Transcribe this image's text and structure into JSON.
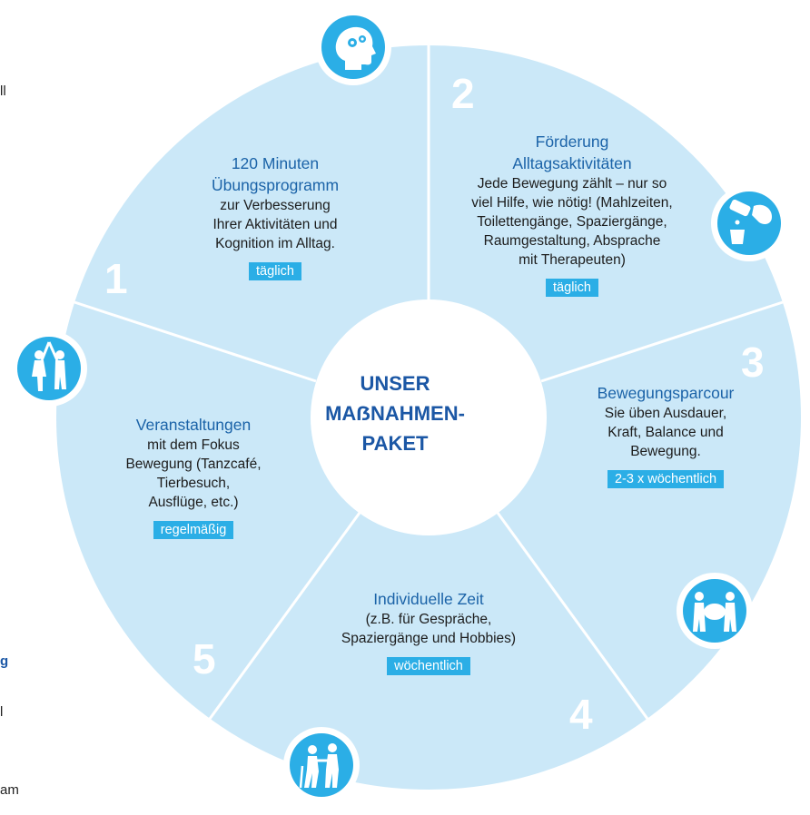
{
  "left_edge_text": [
    "ll",
    "g",
    "l",
    "am"
  ],
  "center": {
    "lines": [
      "UNSER",
      "MAẞNAHMEN-",
      "PAKET"
    ]
  },
  "segments": [
    {
      "number": "1",
      "title": [
        "120 Minuten",
        "Übungsprogramm"
      ],
      "body": [
        "zur Verbesserung",
        "Ihrer Aktivitäten und",
        "Kognition im Alltag."
      ],
      "badge": "täglich",
      "icon": "head-gears-icon"
    },
    {
      "number": "2",
      "title": [
        "Förderung",
        "Alltagsaktivitäten"
      ],
      "body": [
        "Jede Bewegung zählt – nur so",
        "viel Hilfe, wie nötig! (Mahlzeiten,",
        "Toilettengänge, Spaziergänge,",
        "Raumgestaltung, Absprache",
        "mit  Therapeuten)"
      ],
      "badge": "täglich",
      "icon": "pouring-cup-icon"
    },
    {
      "number": "3",
      "title": [
        "Bewegungsparcour"
      ],
      "body": [
        "Sie üben Ausdauer,",
        "Kraft, Balance und",
        "Bewegung."
      ],
      "badge": "2-3 x wöchentlich",
      "icon": "carrying-box-icon"
    },
    {
      "number": "4",
      "title": [
        "Individuelle Zeit"
      ],
      "body": [
        "(z.B. für Gespräche,",
        "Spaziergänge und Hobbies)"
      ],
      "badge": "wöchentlich",
      "icon": "walking-assist-icon"
    },
    {
      "number": "5",
      "title": [
        "Veranstaltungen"
      ],
      "body": [
        "mit dem Fokus",
        "Bewegung (Tanzcafé,",
        "Tierbesuch,",
        "Ausflüge, etc.)"
      ],
      "badge": "regelmäßig",
      "icon": "dancing-couple-icon"
    }
  ],
  "colors": {
    "segment_fill": "#cbe8f8",
    "divider": "#ffffff",
    "ring": "#2baee6",
    "badge": "#2baee6",
    "title_text": "#1b63a8",
    "center_text": "#1b57a5"
  }
}
